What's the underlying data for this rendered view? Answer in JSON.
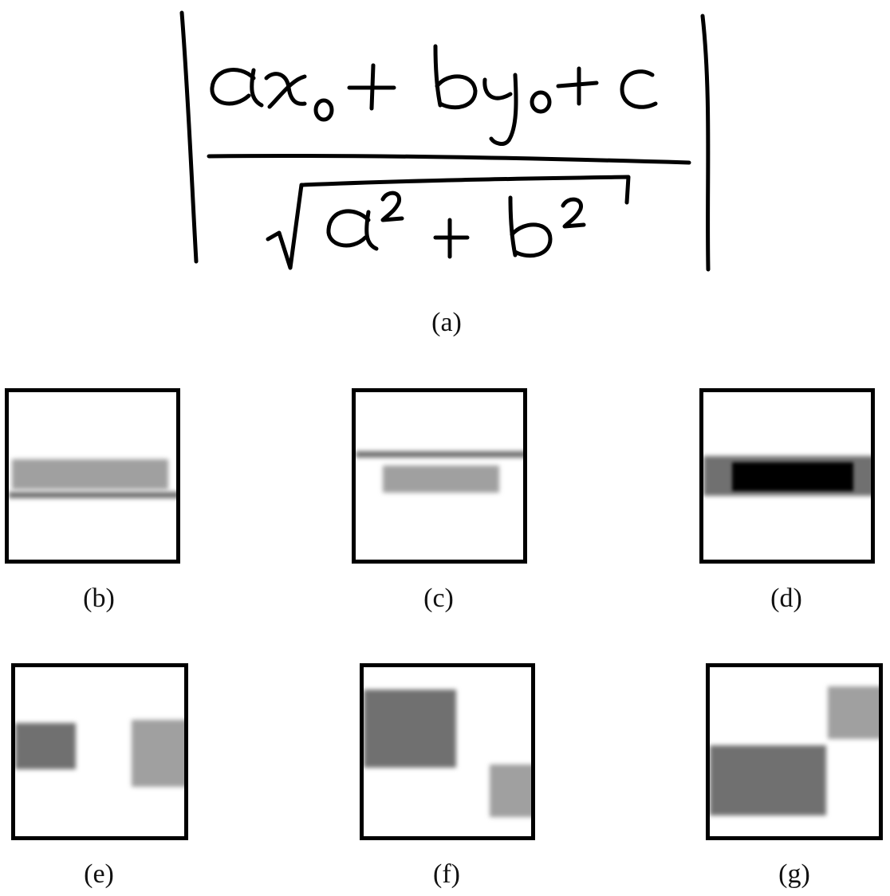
{
  "formula": {
    "numerator": {
      "terms": [
        "a",
        "x",
        "0",
        "+",
        "b",
        "y",
        "0",
        "+",
        "c"
      ]
    },
    "denominator": {
      "radical": "√",
      "terms": [
        "a",
        "2",
        "+",
        "b",
        "2"
      ]
    }
  },
  "captions": {
    "a": "(a)",
    "b": "(b)",
    "c": "(c)",
    "d": "(d)",
    "e": "(e)",
    "f": "(f)",
    "g": "(g)"
  },
  "colors": {
    "stroke": "#000000",
    "light_gray": "#a0a0a0",
    "mid_gray": "#707070",
    "dark": "#000000",
    "background": "#ffffff"
  }
}
